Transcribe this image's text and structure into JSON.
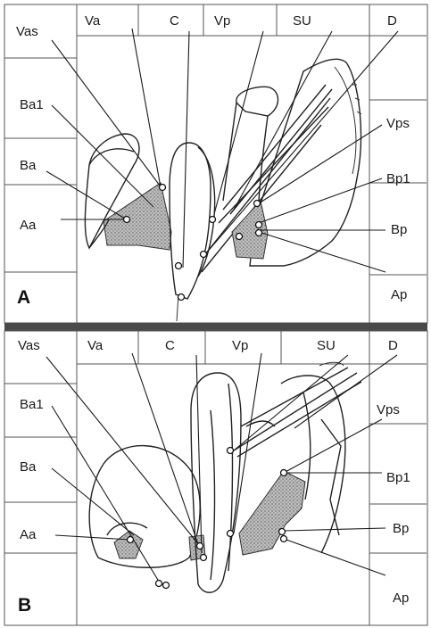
{
  "panels": [
    {
      "letter": "A",
      "top_labels": [
        "Vas",
        "Va",
        "C",
        "Vp",
        "SU",
        "D"
      ],
      "left_labels": [
        "Ba1",
        "Ba",
        "Aa"
      ],
      "right_labels": [
        "Vps",
        "Bp1",
        "Bp",
        "Ap"
      ]
    },
    {
      "letter": "B",
      "top_labels": [
        "Vas",
        "Va",
        "C",
        "Vp",
        "SU",
        "D"
      ],
      "left_labels": [
        "Ba1",
        "Ba",
        "Aa"
      ],
      "right_labels": [
        "Vps",
        "Bp1",
        "Bp",
        "Ap"
      ]
    }
  ]
}
